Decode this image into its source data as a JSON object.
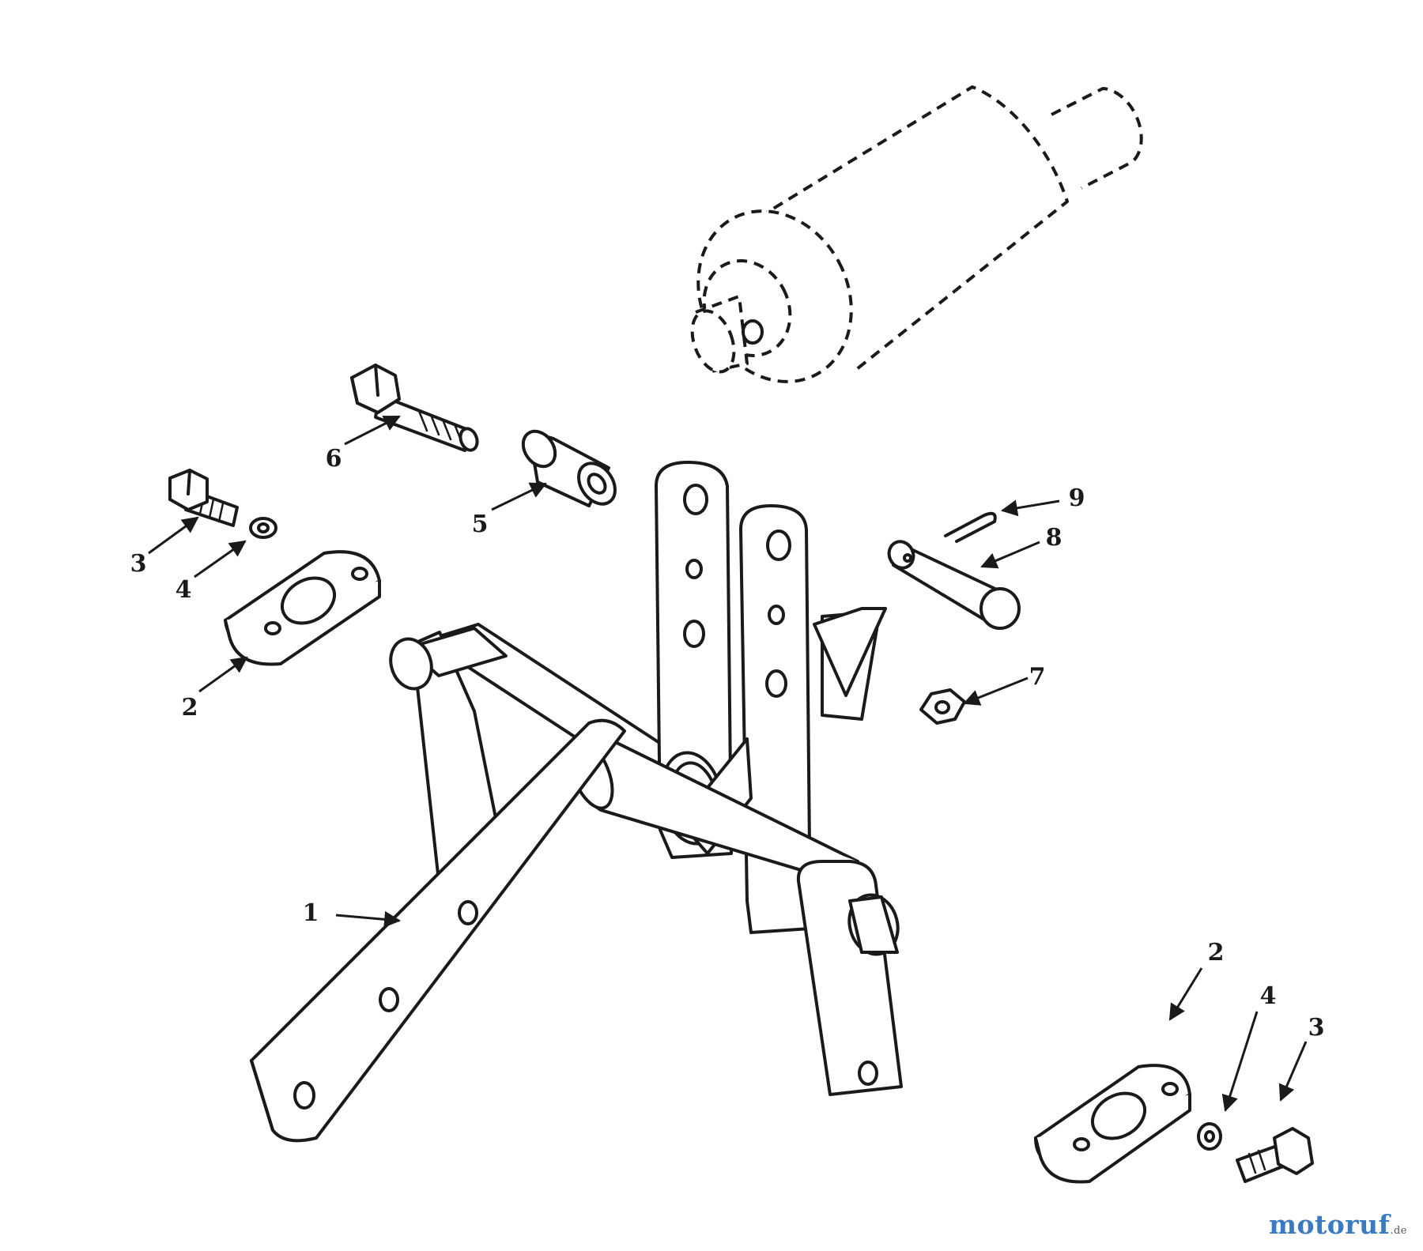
{
  "diagram": {
    "callouts": [
      {
        "id": "callout-1",
        "label": "1"
      },
      {
        "id": "callout-2a",
        "label": "2"
      },
      {
        "id": "callout-2b",
        "label": "2"
      },
      {
        "id": "callout-3a",
        "label": "3"
      },
      {
        "id": "callout-3b",
        "label": "3"
      },
      {
        "id": "callout-4a",
        "label": "4"
      },
      {
        "id": "callout-4b",
        "label": "4"
      },
      {
        "id": "callout-5",
        "label": "5"
      },
      {
        "id": "callout-6",
        "label": "6"
      },
      {
        "id": "callout-7",
        "label": "7"
      },
      {
        "id": "callout-8",
        "label": "8"
      },
      {
        "id": "callout-9",
        "label": "9"
      }
    ]
  },
  "watermark": {
    "brand": "motoruf",
    "tld": ".de"
  }
}
